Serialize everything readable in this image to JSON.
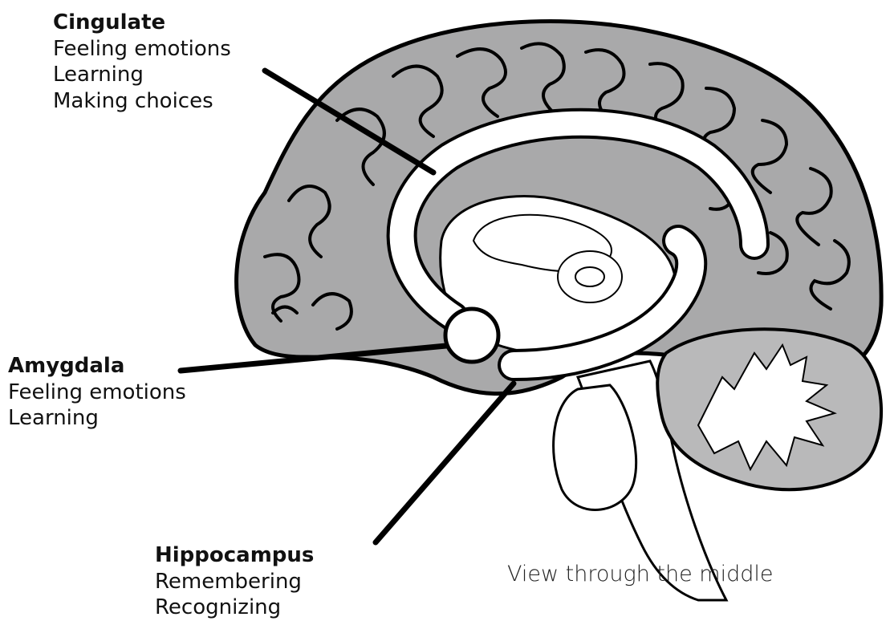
{
  "labels": {
    "cingulate": {
      "title": "Cingulate",
      "functions": [
        "Feeling emotions",
        "Learning",
        "Making choices"
      ]
    },
    "amygdala": {
      "title": "Amygdala",
      "functions": [
        "Feeling emotions",
        "Learning"
      ]
    },
    "hippocampus": {
      "title": "Hippocampus",
      "functions": [
        "Remembering",
        "Recognizing"
      ]
    }
  },
  "caption": "View through the middle",
  "colors": {
    "brain_fill": "#a9a9aa",
    "outline": "#000000",
    "highlight_fill": "#ffffff",
    "background": "#ffffff"
  }
}
